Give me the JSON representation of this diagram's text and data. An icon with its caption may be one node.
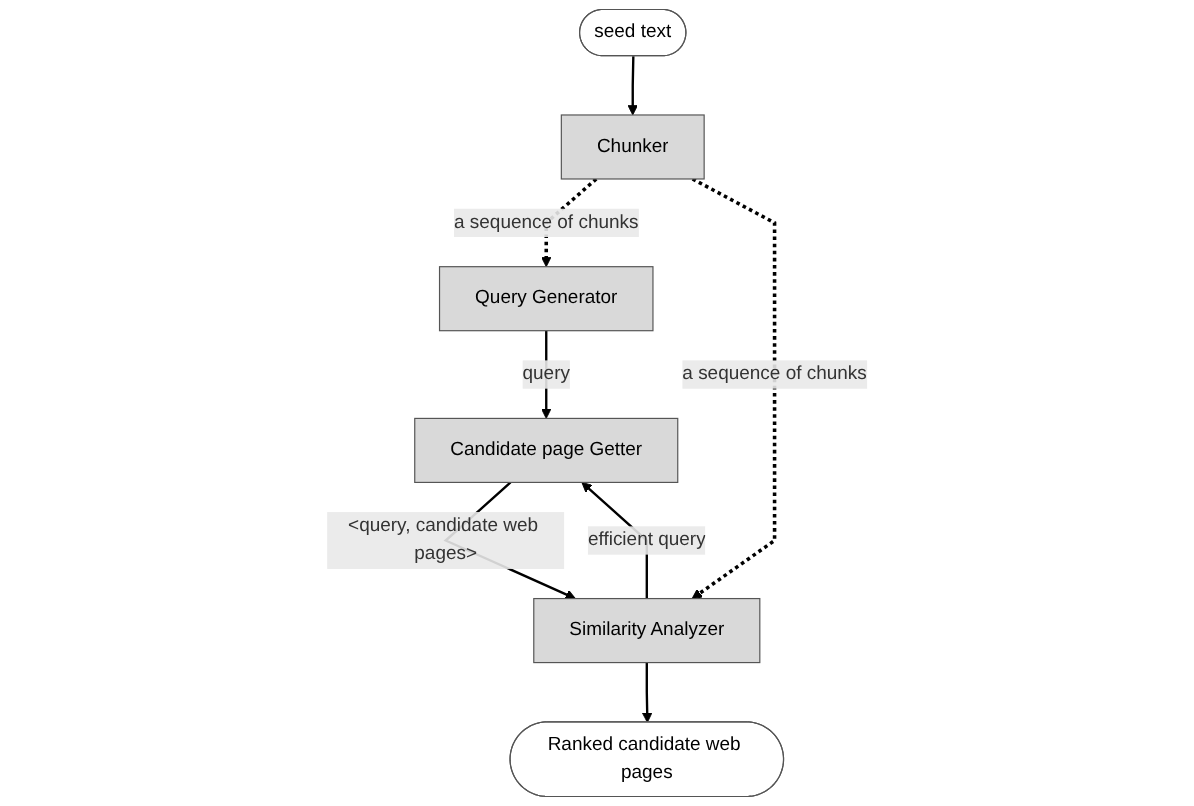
{
  "diagram": {
    "nodes": [
      {
        "text": [
          "seed text"
        ]
      },
      {
        "text": [
          "Chunker"
        ]
      },
      {
        "text": [
          "Query Generator"
        ]
      },
      {
        "text": [
          "Candidate page Getter"
        ]
      },
      {
        "text": [
          "Similarity Analyzer"
        ]
      },
      {
        "text": [
          "Ranked candidate web pages"
        ]
      }
    ],
    "edges": [
      {
        "from": 0,
        "to": 1,
        "arrow": "to"
      },
      {
        "from": 1,
        "to": 2,
        "arrow": "to",
        "label": "a sequence of chunks",
        "style": "dashed"
      },
      {
        "from": 2,
        "to": 3,
        "arrow": "to",
        "label": "query"
      },
      {
        "from": 3,
        "to": 4,
        "arrow": "to",
        "label": "<query, candidate web pages>"
      },
      {
        "from": 1,
        "to": 4,
        "arrow": "to",
        "label": "a sequence of chunks",
        "style": "dashed"
      },
      {
        "from": 4,
        "to": 3,
        "arrow": "to",
        "label": "efficient query"
      },
      {
        "from": 4,
        "to": 5,
        "arrow": "to"
      }
    ]
  }
}
